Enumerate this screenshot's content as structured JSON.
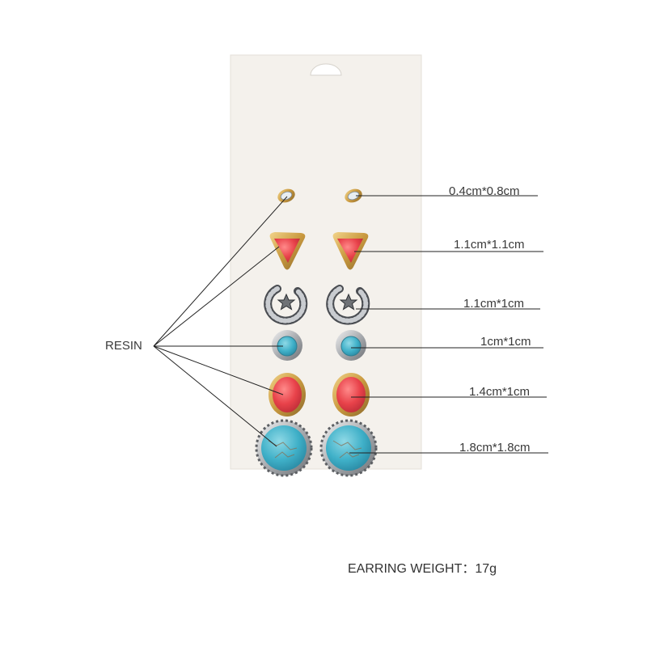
{
  "material_label": "RESIN",
  "sizes": [
    "0.4cm*0.8cm",
    "1.1cm*1.1cm",
    "1.1cm*1cm",
    "1cm*1cm",
    "1.4cm*1cm",
    "1.8cm*1.8cm"
  ],
  "weight_text": "EARRING WEIGHT：17g",
  "colors": {
    "card": "#f3f0eb",
    "gold": "#c9a04a",
    "silver": "#b9bcc0",
    "red_stone": "#e84a4f",
    "turquoise": "#4fb3c9",
    "line": "#222222"
  }
}
